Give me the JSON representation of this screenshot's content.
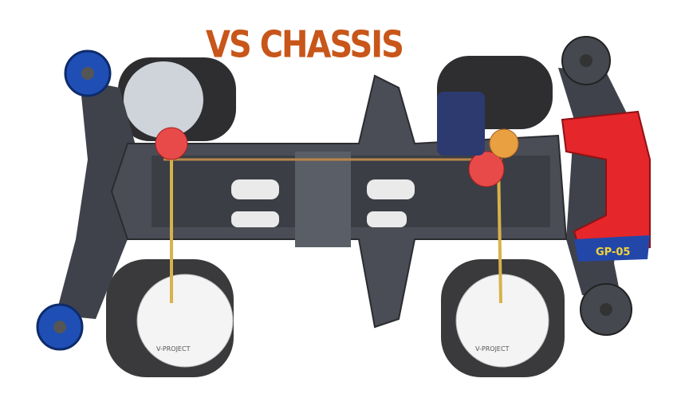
{
  "title": "VS CHASSIS",
  "bumper_label": "GP-05",
  "wheel_label": "V-PROJECT",
  "colors": {
    "title": "#c8561a",
    "chassis": "#4a4d55",
    "bumper": "#e5262a",
    "bumper_stripe": "#2347a8",
    "blue_roller": "#1f4fb5",
    "gear": "#e84a4a",
    "tire": "#3a3a3a"
  }
}
